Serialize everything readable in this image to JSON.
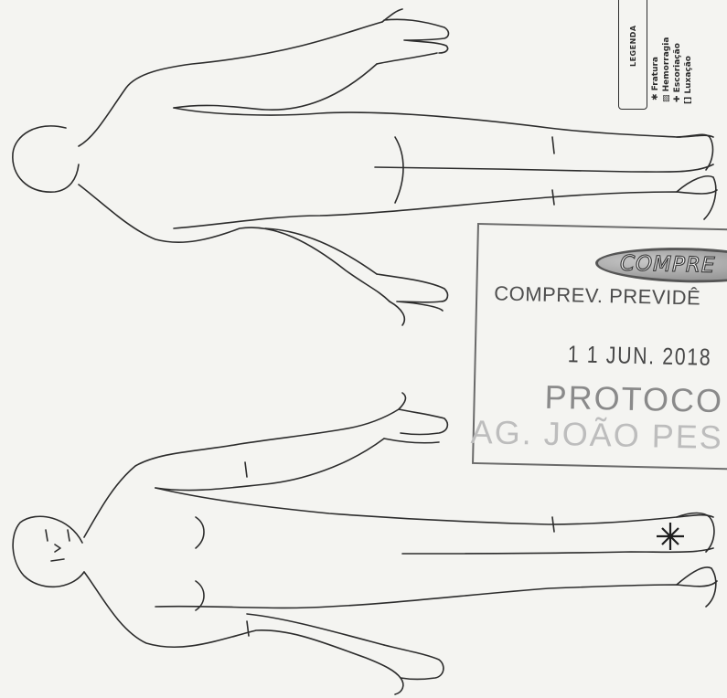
{
  "legend": {
    "title": "LEGENDA",
    "items": [
      "Fratura",
      "Hemorragia",
      "Escoriação",
      "Luxação"
    ],
    "symbols": [
      "asterisk",
      "hatch",
      "cross",
      "bracket"
    ]
  },
  "stamp": {
    "logo": "COMPRE",
    "line1": "COMPREV. PREVIDÊ",
    "date": "1 1 JUN. 2018",
    "protocol": "PROTOCO",
    "agency": "AG. JOÃO PES"
  },
  "colors": {
    "paper": "#f4f4f1",
    "ink": "#2c2c2c",
    "stamp_ink": "#555555"
  }
}
